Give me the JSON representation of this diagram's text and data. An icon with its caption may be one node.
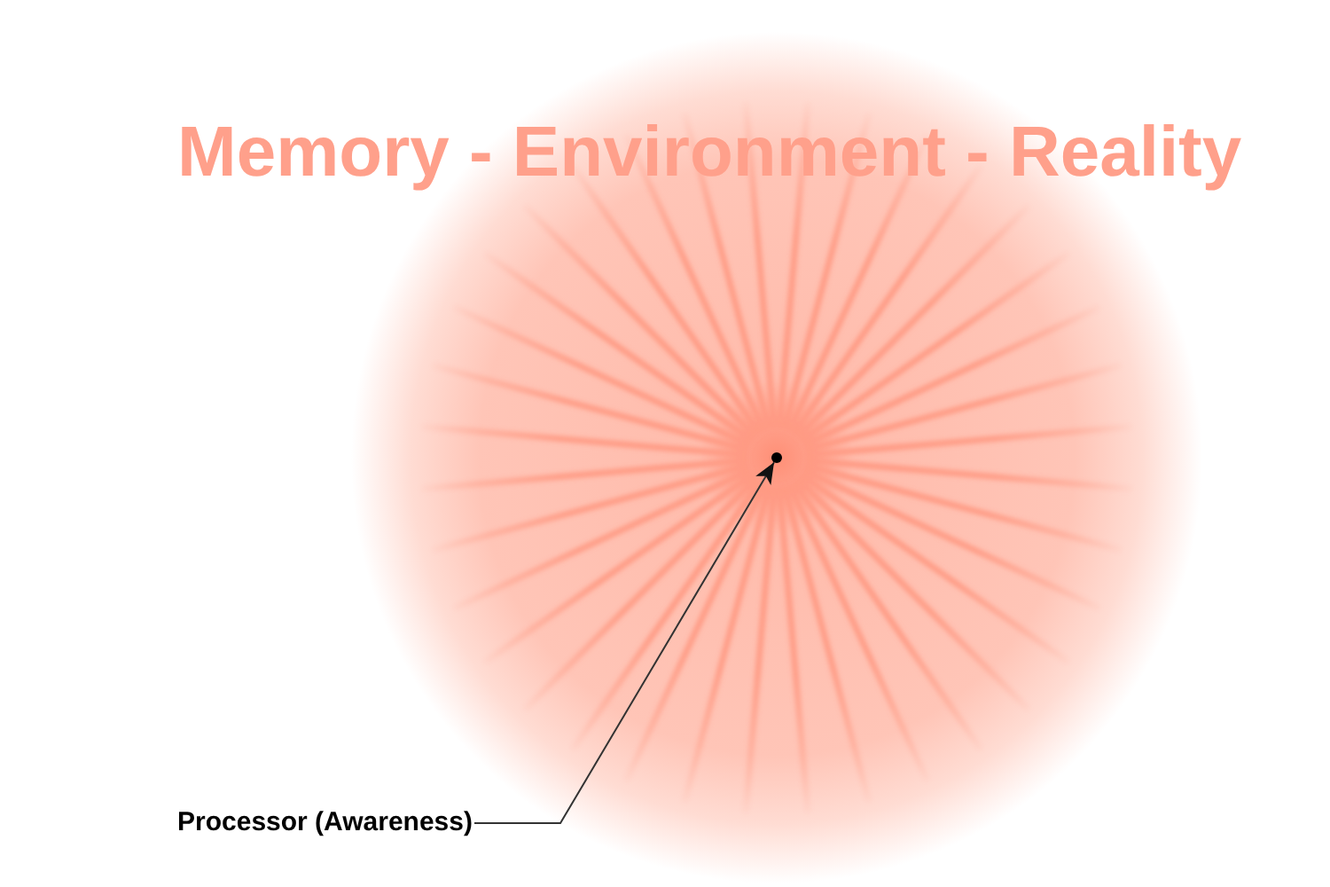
{
  "diagram": {
    "title": "Memory - Environment - Reality",
    "nodes": [
      {
        "text": [
          "Processor (Awareness)"
        ]
      },
      {
        "text": [],
        "shape": "circle"
      }
    ],
    "edges": [
      {
        "from": 0,
        "to": 1,
        "arrow": "to"
      }
    ]
  }
}
